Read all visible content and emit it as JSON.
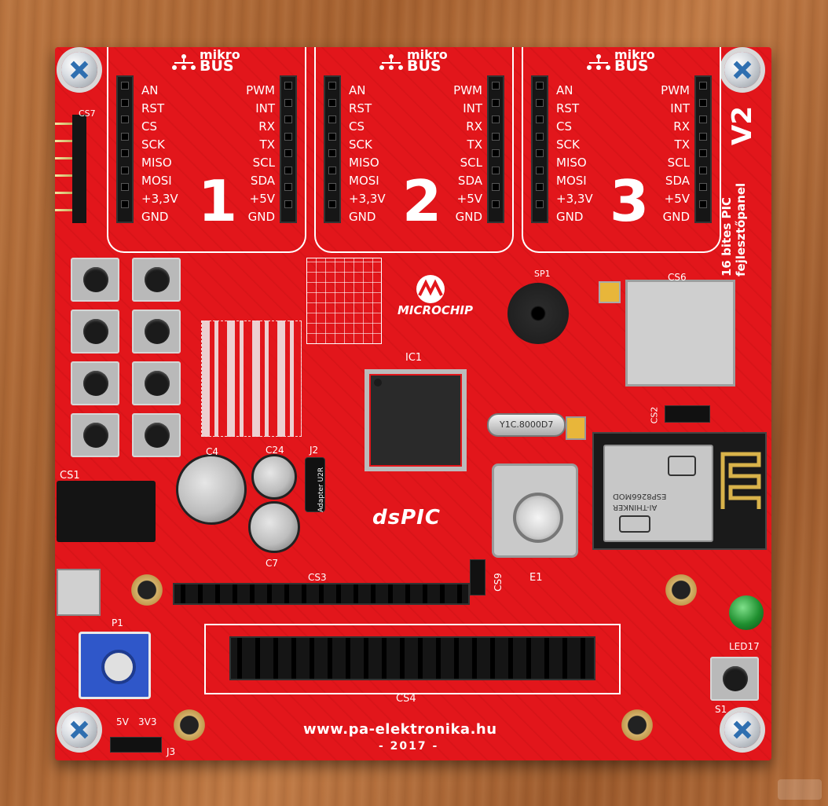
{
  "board": {
    "mikrobus": [
      {
        "number": "1",
        "logo_top": "mikro",
        "logo_bottom": "BUS",
        "left_labels": [
          "AN",
          "RST",
          "CS",
          "SCK",
          "MISO",
          "MOSI",
          "+3,3V",
          "GND"
        ],
        "right_labels": [
          "PWM",
          "INT",
          "RX",
          "TX",
          "SCL",
          "SDA",
          "+5V",
          "GND"
        ]
      },
      {
        "number": "2",
        "logo_top": "mikro",
        "logo_bottom": "BUS",
        "left_labels": [
          "AN",
          "RST",
          "CS",
          "SCK",
          "MISO",
          "MOSI",
          "+3,3V",
          "GND"
        ],
        "right_labels": [
          "PWM",
          "INT",
          "RX",
          "TX",
          "SCL",
          "SDA",
          "+5V",
          "GND"
        ]
      },
      {
        "number": "3",
        "logo_top": "mikro",
        "logo_bottom": "BUS",
        "left_labels": [
          "AN",
          "RST",
          "CS",
          "SCK",
          "MISO",
          "MOSI",
          "+3,3V",
          "GND"
        ],
        "right_labels": [
          "PWM",
          "INT",
          "RX",
          "TX",
          "SCL",
          "SDA",
          "+5V",
          "GND"
        ]
      }
    ],
    "side_title_line1": "16 bites PIC",
    "side_title_line2": "fejlesztőpanel",
    "version": "V2",
    "refs": {
      "cs7": "CS7",
      "cs6": "CS6",
      "sp1": "SP1",
      "ic1": "IC1",
      "cs1": "CS1",
      "c4": "C4",
      "c24": "C24",
      "c7": "C7",
      "j2": "J2",
      "cs3": "CS3",
      "cs9": "CS9",
      "e1": "E1",
      "cs2": "CS2",
      "cs4": "CS4",
      "p1": "P1",
      "j3": "J3",
      "s1": "S1",
      "led17": "LED17",
      "adapter": "Adapter U2R",
      "j3_5v": "5V",
      "j3_3v3": "3V3"
    },
    "crystal_text": "Y1C.8000D7",
    "dspic": "dsPIC",
    "brand": "MICROCHIP",
    "url": "www.pa-elektronika.hu",
    "year": "- 2017 -",
    "esp_text": [
      "ESP8266MOD",
      "AI-THINKER"
    ]
  },
  "colors": {
    "pcb": "#e2161b",
    "silkscreen": "#ffffff",
    "header": "#161616",
    "pot": "#2f57c9",
    "led": "#1f8f2f"
  },
  "icons": [
    "mikrobus-logo-icon",
    "microchip-logo-icon",
    "wifi-logo-icon",
    "fcc-logo-icon",
    "screw-icon"
  ]
}
